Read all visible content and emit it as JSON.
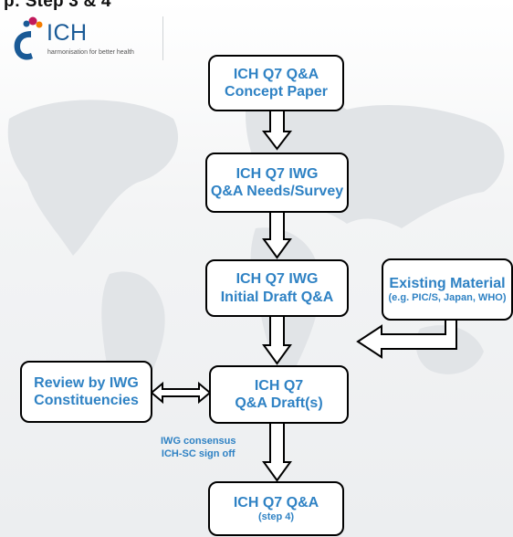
{
  "header": {
    "title_fragment": "p: Step 3 & 4"
  },
  "logo": {
    "name": "ICH",
    "tagline": "harmonisation for better health",
    "colors": {
      "brand_blue": "#1a5a96",
      "accent_pink": "#c2185b",
      "accent_orange": "#f57c00"
    }
  },
  "flow": {
    "concept_paper": {
      "line1": "ICH Q7 Q&A",
      "line2": "Concept Paper"
    },
    "needs_survey": {
      "line1": "ICH Q7 IWG",
      "line2": "Q&A Needs/Survey"
    },
    "initial_draft": {
      "line1": "ICH Q7 IWG",
      "line2": "Initial Draft Q&A"
    },
    "existing_material": {
      "line1": "Existing Material",
      "line2": "(e.g. PIC/S, Japan, WHO)"
    },
    "review": {
      "line1": "Review by IWG",
      "line2": "Constituencies"
    },
    "drafts": {
      "line1": "ICH Q7",
      "line2": "Q&A Draft(s)"
    },
    "consensus_note": {
      "line1": "IWG consensus",
      "line2": "ICH-SC sign off"
    },
    "final": {
      "line1": "ICH Q7 Q&A",
      "line2": "(step 4)"
    }
  },
  "colors": {
    "box_text": "#2f82c4",
    "box_border": "#000000"
  }
}
